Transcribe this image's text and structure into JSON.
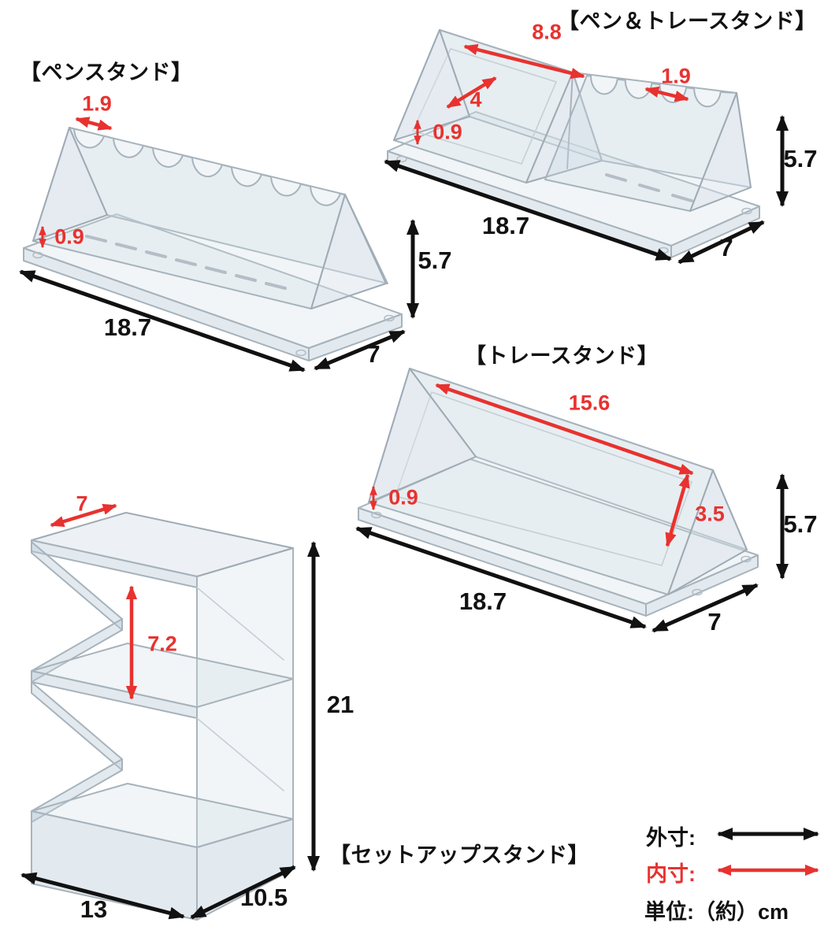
{
  "figures": {
    "pen_stand": {
      "title": "【ペンスタンド】",
      "dims": {
        "notch_width": "1.9",
        "base_thickness": "0.9",
        "width": "18.7",
        "depth": "7",
        "height": "5.7"
      }
    },
    "pen_trace_stand": {
      "title": "【ペン＆トレースタンド】",
      "dims": {
        "tray_width": "8.8",
        "tray_depth": "4",
        "notch_width": "1.9",
        "base_thickness": "0.9",
        "width": "18.7",
        "depth": "7",
        "height": "5.7"
      }
    },
    "trace_stand": {
      "title": "【トレースタンド】",
      "dims": {
        "slope_length": "15.6",
        "base_thickness": "0.9",
        "slope_depth": "3.5",
        "width": "18.7",
        "depth": "7",
        "height": "5.7"
      }
    },
    "setup_stand": {
      "title": "【セットアップスタンド】",
      "dims": {
        "shelf_depth": "7",
        "shelf_pitch": "7.2",
        "height": "21",
        "width": "13",
        "depth": "10.5"
      }
    }
  },
  "legend": {
    "outer_label": "外寸:",
    "inner_label": "内寸:",
    "unit_label": "単位:（約）cm"
  },
  "colors": {
    "outer_dim": "#111111",
    "inner_dim": "#e8322f",
    "acrylic_stroke": "#a7b3bc"
  }
}
